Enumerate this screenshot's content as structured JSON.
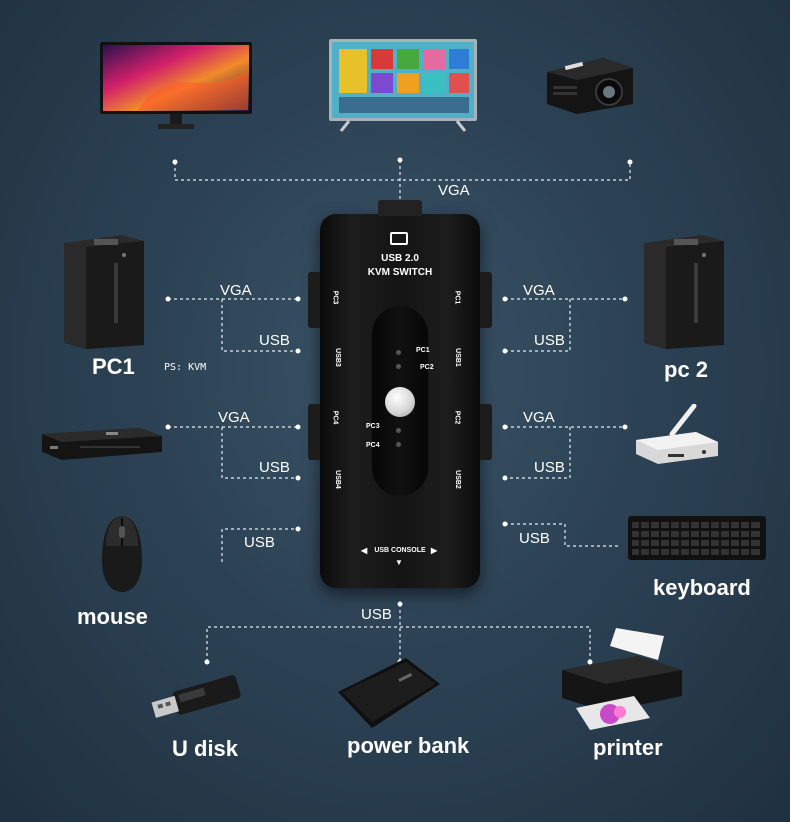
{
  "kvm_switch": {
    "title_line1": "USB 2.0",
    "title_line2": "KVM SWITCH",
    "console_label": "USB CONSOLE",
    "left_ports": [
      "PC3",
      "USB3",
      "PC4",
      "USB4"
    ],
    "right_ports": [
      "PC1",
      "USB1",
      "PC2",
      "USB2"
    ],
    "indicators": [
      "PC1",
      "PC2",
      "PC3",
      "PC4"
    ]
  },
  "connection_labels": {
    "vga_top": "VGA",
    "vga_left1": "VGA",
    "usb_left1": "USB",
    "vga_right1": "VGA",
    "usb_right1": "USB",
    "vga_left2": "VGA",
    "usb_left2": "USB",
    "vga_right2": "VGA",
    "usb_right2": "USB",
    "usb_mouse": "USB",
    "usb_keyboard": "USB",
    "usb_bottom": "USB"
  },
  "device_labels": {
    "pc1": "PC1",
    "pc2": "pc 2",
    "mouse": "mouse",
    "keyboard": "keyboard",
    "u_disk": "U disk",
    "power_bank": "power bank",
    "printer": "printer"
  },
  "note": "PS: KVM",
  "colors": {
    "background": "#2c4254",
    "line": "#e6ecf0",
    "device": "#1a1a1a",
    "text": "#ffffff"
  }
}
